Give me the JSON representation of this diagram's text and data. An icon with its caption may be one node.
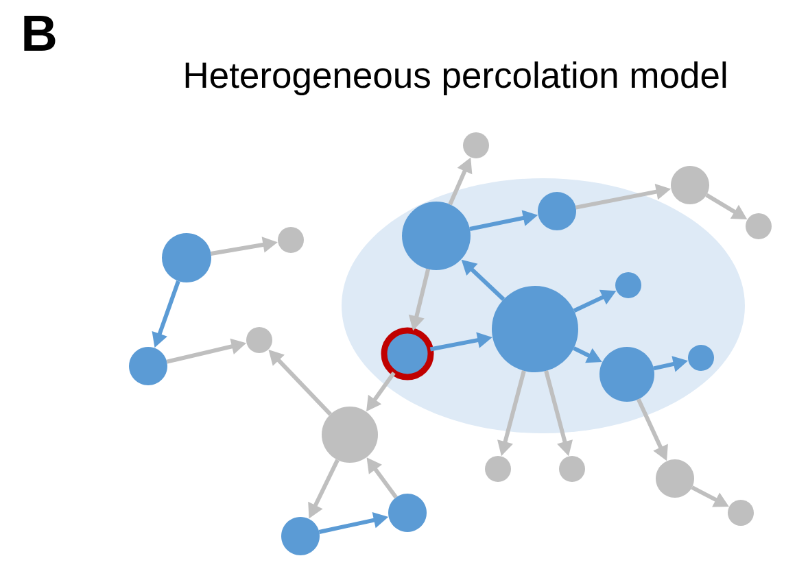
{
  "diagram": {
    "title": "Heterogeneous percolation model",
    "nodes": [
      {
        "text": [],
        "shape": "circle"
      },
      {
        "text": [],
        "shape": "circle"
      },
      {
        "text": [],
        "shape": "ellipse"
      },
      {
        "text": [],
        "shape": "circle",
        "in": 2
      },
      {
        "text": [],
        "shape": "circle"
      },
      {
        "text": [],
        "shape": "circle",
        "in": 2
      },
      {
        "text": [],
        "shape": "circle"
      },
      {
        "text": [],
        "shape": "circle"
      },
      {
        "text": [],
        "shape": "circle",
        "in": 2
      },
      {
        "text": [],
        "shape": "circle",
        "in": 2
      },
      {
        "text": [],
        "shape": "circle"
      },
      {
        "text": [],
        "shape": "circle",
        "in": 2
      },
      {
        "text": [],
        "shape": "circle",
        "in": 2
      },
      {
        "text": [],
        "shape": "circle"
      },
      {
        "text": [],
        "shape": "circle",
        "in": 2
      },
      {
        "text": [],
        "shape": "circle"
      },
      {
        "text": [],
        "shape": "circle"
      },
      {
        "text": [],
        "shape": "circle"
      },
      {
        "text": [],
        "shape": "circle"
      },
      {
        "text": [],
        "shape": "circle"
      },
      {
        "text": [],
        "shape": "circle"
      },
      {
        "text": [],
        "shape": "circle"
      }
    ],
    "edges": [
      {
        "from": 5,
        "to": 0,
        "arrow": "to"
      },
      {
        "from": 5,
        "to": 3,
        "arrow": "to",
        "color": "#5b9bd5"
      },
      {
        "from": 3,
        "to": 1,
        "arrow": "to"
      },
      {
        "from": 1,
        "to": 4,
        "arrow": "to"
      },
      {
        "from": 7,
        "to": 6,
        "arrow": "to"
      },
      {
        "from": 7,
        "to": 13,
        "arrow": "to",
        "color": "#5b9bd5"
      },
      {
        "from": 9,
        "to": 5,
        "arrow": "to",
        "color": "#5b9bd5"
      },
      {
        "from": 5,
        "to": 11,
        "arrow": "to"
      },
      {
        "from": 9,
        "to": 8,
        "arrow": "to",
        "color": "#5b9bd5"
      },
      {
        "from": 11,
        "to": 9,
        "arrow": "to",
        "color": "#5b9bd5"
      },
      {
        "from": 9,
        "to": 14,
        "arrow": "to",
        "color": "#5b9bd5"
      },
      {
        "from": 14,
        "to": 12,
        "arrow": "to",
        "color": "#5b9bd5"
      },
      {
        "from": 13,
        "to": 10,
        "arrow": "to"
      },
      {
        "from": 15,
        "to": 10,
        "arrow": "to"
      },
      {
        "from": 11,
        "to": 15,
        "arrow": "to"
      },
      {
        "from": 9,
        "to": 16,
        "arrow": "to"
      },
      {
        "from": 9,
        "to": 17,
        "arrow": "to"
      },
      {
        "from": 14,
        "to": 18,
        "arrow": "to"
      },
      {
        "from": 18,
        "to": 20,
        "arrow": "to"
      },
      {
        "from": 15,
        "to": 21,
        "arrow": "to"
      },
      {
        "from": 19,
        "to": 15,
        "arrow": "to"
      },
      {
        "from": 21,
        "to": 19,
        "arrow": "to",
        "color": "#5b9bd5"
      }
    ],
    "labels": [
      "B"
    ]
  }
}
